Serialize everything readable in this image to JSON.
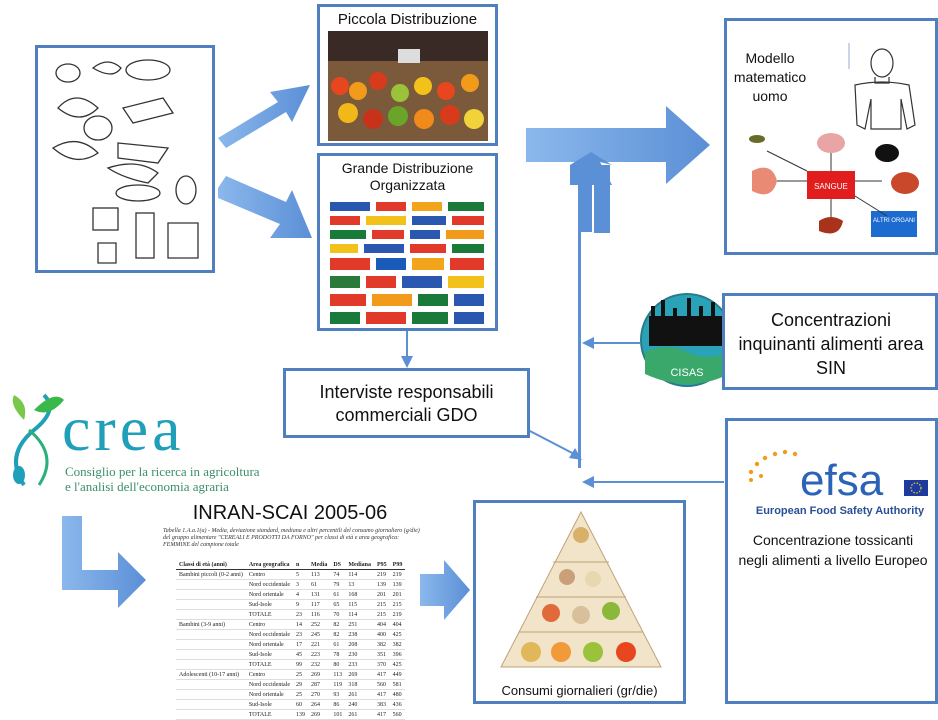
{
  "boxes": {
    "piccola": "Piccola Distribuzione",
    "grande": "Grande Distribuzione Organizzata",
    "modello": "Modello matematico uomo",
    "concentrazioni": "Concentrazioni inquinanti alimenti area SIN",
    "interviste": "Interviste responsabili commerciali GDO",
    "consumi": "Consumi giornalieri (gr/die)",
    "efsa_caption": "Concentrazione tossicanti negli alimenti a livello Europeo",
    "inran_title": "INRAN-SCAI 2005-06"
  },
  "model_diagram": {
    "center": "SANGUE",
    "other": "ALTRI ORGANI"
  },
  "logos": {
    "crea": {
      "word": "crea",
      "line1": "Consiglio per la ricerca in agricoltura",
      "line2": "e l'analisi dell'economia agraria"
    },
    "cisas": {
      "word": "CISAS"
    },
    "efsa": {
      "word": "efsa",
      "subtitle": "European Food Safety Authority"
    }
  },
  "inran_table": {
    "caption": "Tabella 1.A.a.1(a) - Media, deviazione standard, mediana e altri percentili del consumo giornaliero (g/die) del gruppo alimentare \"CEREALI E PRODOTTI DA FORNO\" per classi di età e area geografica: FEMMINE del campione totale",
    "headers": [
      "Classi di età (anni)",
      "Area geografica",
      "n",
      "Media",
      "DS",
      "Mediana",
      "P95",
      "P99"
    ],
    "rows": [
      [
        "Bambini piccoli (0-2 anni)",
        "Centro",
        "5",
        "113",
        "74",
        "114",
        "219",
        "219"
      ],
      [
        "",
        "Nord occidentale",
        "3",
        "61",
        "79",
        "13",
        "139",
        "139"
      ],
      [
        "",
        "Nord orientale",
        "4",
        "131",
        "61",
        "168",
        "201",
        "201"
      ],
      [
        "",
        "Sud-Isole",
        "9",
        "117",
        "65",
        "115",
        "215",
        "215"
      ],
      [
        "",
        "TOTALE",
        "23",
        "116",
        "70",
        "114",
        "215",
        "219"
      ],
      [
        "Bambini (3-9 anni)",
        "Centro",
        "14",
        "252",
        "82",
        "251",
        "404",
        "404"
      ],
      [
        "",
        "Nord occidentale",
        "23",
        "245",
        "82",
        "238",
        "400",
        "425"
      ],
      [
        "",
        "Nord orientale",
        "17",
        "221",
        "61",
        "208",
        "382",
        "382"
      ],
      [
        "",
        "Sud-Isole",
        "45",
        "223",
        "78",
        "230",
        "351",
        "396"
      ],
      [
        "",
        "TOTALE",
        "99",
        "232",
        "80",
        "233",
        "370",
        "425"
      ],
      [
        "Adolescenti (10-17 anni)",
        "Centro",
        "25",
        "269",
        "113",
        "269",
        "417",
        "449"
      ],
      [
        "",
        "Nord occidentale",
        "29",
        "287",
        "119",
        "318",
        "560",
        "581"
      ],
      [
        "",
        "Nord orientale",
        "25",
        "270",
        "93",
        "261",
        "417",
        "480"
      ],
      [
        "",
        "Sud-Isole",
        "60",
        "264",
        "86",
        "240",
        "383",
        "436"
      ],
      [
        "",
        "TOTALE",
        "139",
        "269",
        "101",
        "261",
        "417",
        "560"
      ]
    ]
  },
  "colors": {
    "border": "#4f7fbf",
    "arrow": "#5b8fd6",
    "line": "#5b8fd6"
  }
}
